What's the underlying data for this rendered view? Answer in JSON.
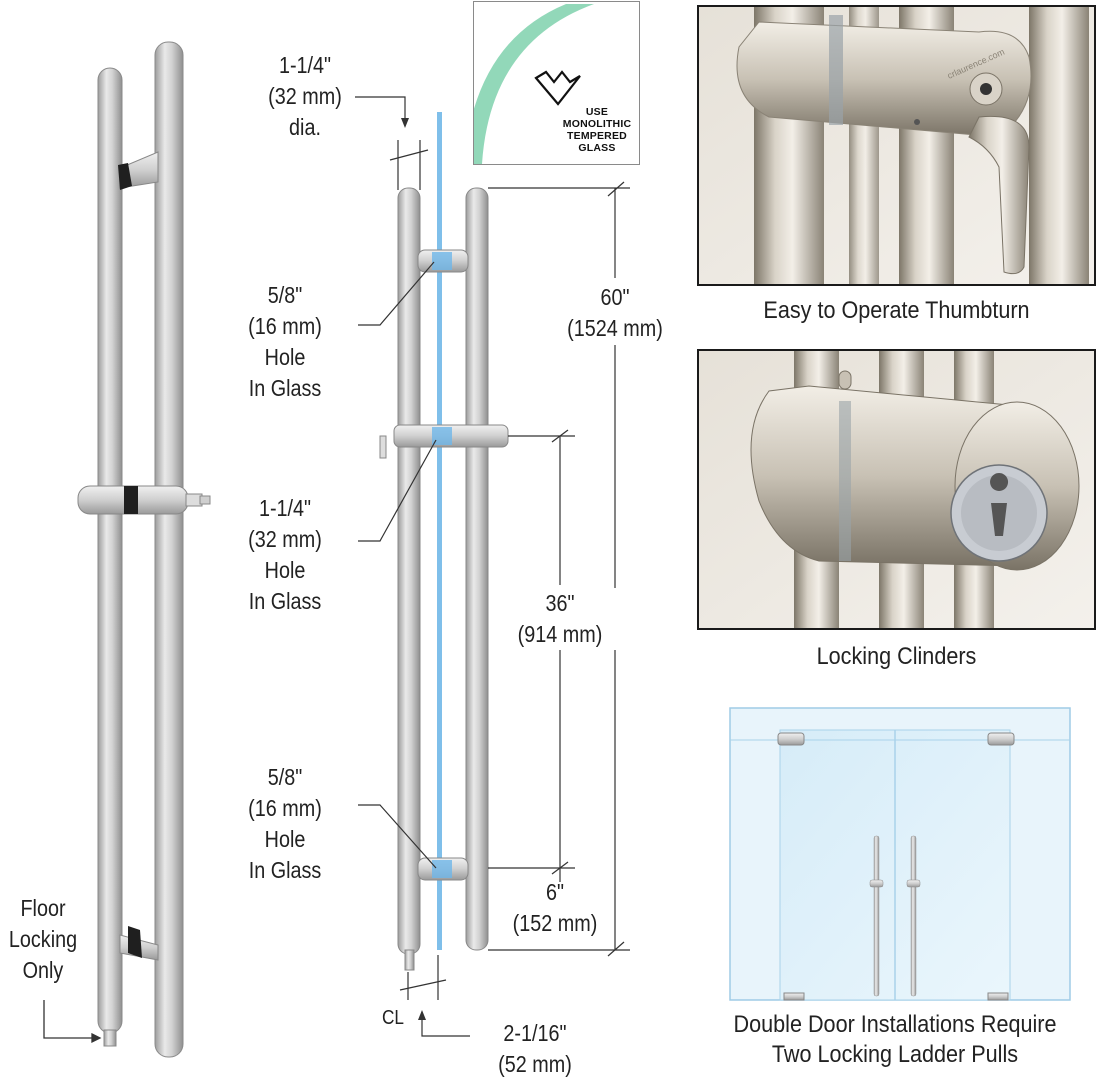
{
  "dims": {
    "diameter": [
      "1-1/4\"",
      "(32 mm)",
      "dia."
    ],
    "hole_top": [
      "5/8\"",
      "(16 mm)",
      "Hole",
      "In Glass"
    ],
    "hole_mid": [
      "1-1/4\"",
      "(32 mm)",
      "Hole",
      "In Glass"
    ],
    "hole_bot": [
      "5/8\"",
      "(16 mm)",
      "Hole",
      "In Glass"
    ],
    "height_total": [
      "60\"",
      "(1524 mm)"
    ],
    "height_36": [
      "36\"",
      "(914 mm)"
    ],
    "height_6": [
      "6\"",
      "(152 mm)"
    ],
    "offset": [
      "2-1/16\"",
      "(52 mm)"
    ],
    "floor_lock": [
      "Floor",
      "Locking",
      "Only"
    ],
    "centerline": "CL"
  },
  "warning": {
    "lines": [
      "USE",
      "MONOLITHIC",
      "TEMPERED",
      "GLASS"
    ],
    "brand_text": "crlaurence.com"
  },
  "captions": {
    "thumbturn": "Easy to Operate Thumbturn",
    "cylinders": "Locking Clinders",
    "double_door": [
      "Double Door Installations Require",
      "Two Locking Ladder Pulls"
    ]
  },
  "colors": {
    "steel_light": "#e4e4e4",
    "steel_dark": "#9a9a9a",
    "glass_blue": "#7fbfea",
    "glass_green": "#7fd1ad",
    "dim_line": "#333333"
  }
}
